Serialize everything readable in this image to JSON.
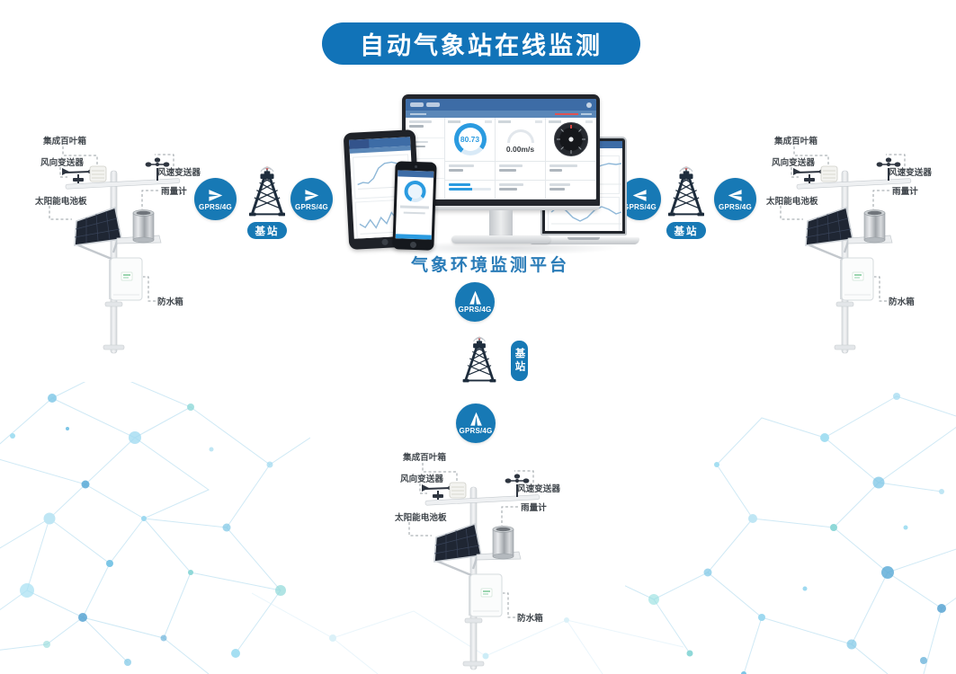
{
  "title": "自动气象站在线监测",
  "platform_caption": "气象环境监测平台",
  "station_labels": {
    "shelter": "集成百叶箱",
    "wind_direction": "风向变送器",
    "wind_speed": "风速变送器",
    "solar_panel": "太阳能电池板",
    "rain_gauge": "雨量计",
    "waterproof_box": "防水箱"
  },
  "link_badge": {
    "label": "GPRS/4G"
  },
  "base_station": {
    "label": "基站"
  },
  "dashboard": {
    "gauge_value": "80.73",
    "wind_speed_value": "0.00m/s"
  },
  "colors": {
    "banner_blue": "#1173b8",
    "badge_blue": "#1779b5",
    "tower_navy": "#1e2d3d",
    "caption_blue": "#2a7cb8",
    "gauge_blue": "#2b9be0",
    "alert_red": "#d64541"
  }
}
